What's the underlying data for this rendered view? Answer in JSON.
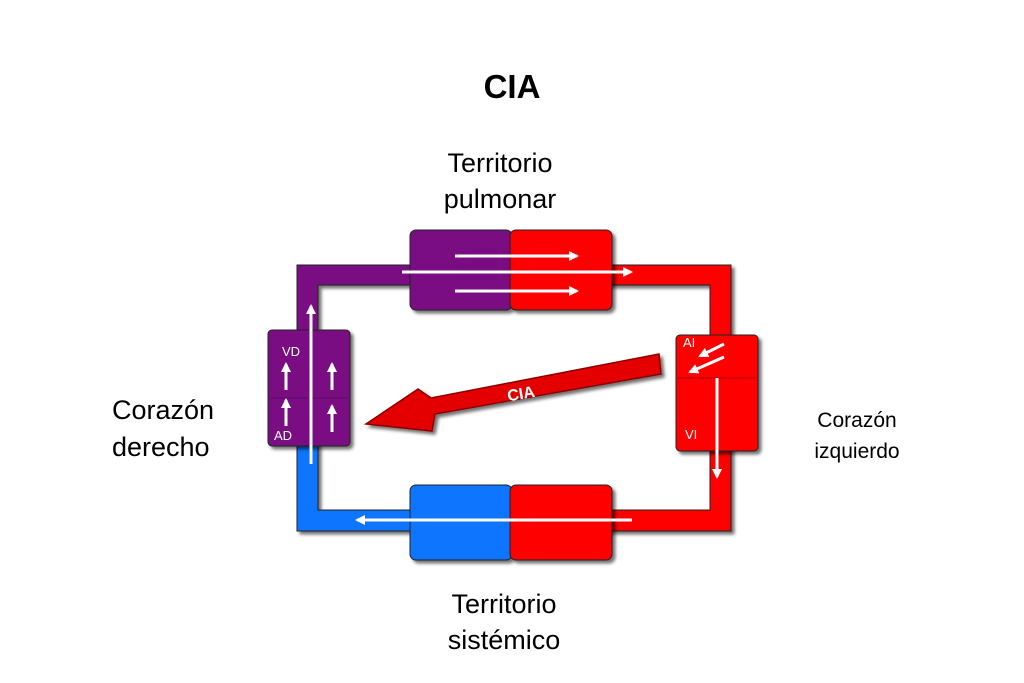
{
  "title": "CIA",
  "labels": {
    "pulmonary_line1": "Territorio",
    "pulmonary_line2": "pulmonar",
    "systemic_line1": "Territorio",
    "systemic_line2": "sistémico",
    "right_heart_line1": "Corazón",
    "right_heart_line2": "derecho",
    "left_heart_line1": "Corazón",
    "left_heart_line2": "izquierdo"
  },
  "chambers": {
    "right_ventricle": "VD",
    "right_atrium": "AD",
    "left_atrium": "AI",
    "left_ventricle": "VI"
  },
  "shunt_label": "CIA",
  "colors": {
    "venous": "#7a0f82",
    "arterial": "#ff0000",
    "systemic_venous": "#0f74ff",
    "arrow": "#ffffff",
    "shunt_arrow": "#e40000"
  }
}
